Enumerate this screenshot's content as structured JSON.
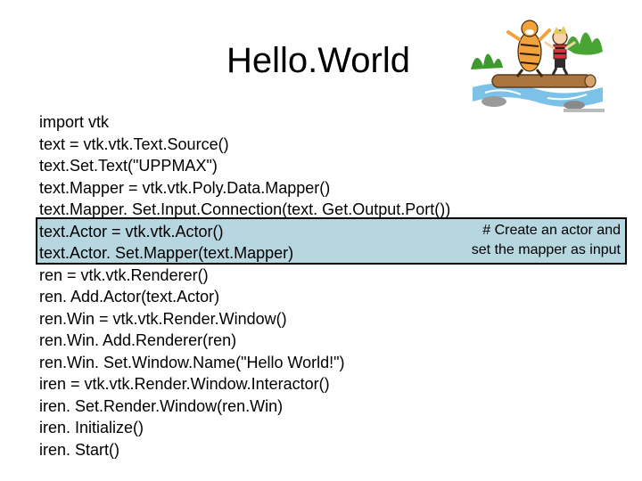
{
  "slide": {
    "title": "Hello.World",
    "code_lines": [
      "import vtk",
      "text = vtk.vtk.Text.Source()",
      "text.Set.Text(\"UPPMAX\")",
      "text.Mapper = vtk.vtk.Poly.Data.Mapper()",
      "text.Mapper. Set.Input.Connection(text. Get.Output.Port())",
      "text.Actor = vtk.vtk.Actor()",
      "text.Actor. Set.Mapper(text.Mapper)",
      "ren = vtk.vtk.Renderer()",
      "ren. Add.Actor(text.Actor)",
      "ren.Win = vtk.vtk.Render.Window()",
      "ren.Win. Add.Renderer(ren)",
      "ren.Win. Set.Window.Name(\"Hello World!\")",
      "iren = vtk.vtk.Render.Window.Interactor()",
      "iren. Set.Render.Window(ren.Win)",
      "iren. Initialize()",
      "iren. Start()"
    ],
    "comment_line1": "# Create an actor and",
    "comment_line2": "set the mapper as input",
    "highlight_color": "#b6d6e0",
    "image_icon": "cartoon-illustration"
  }
}
